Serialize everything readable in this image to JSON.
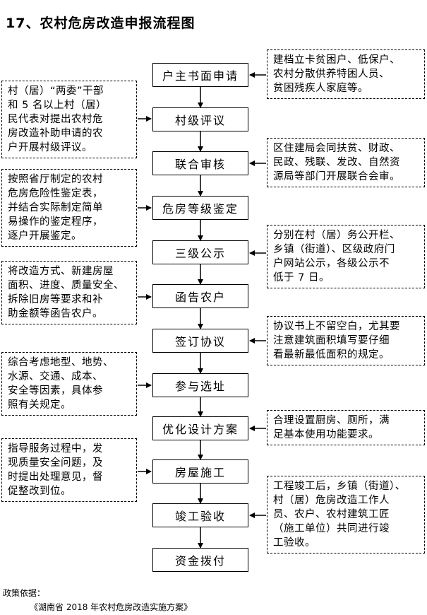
{
  "title": "17、农村危房改造申报流程图",
  "steps": [
    "户主书面申请",
    "村级评议",
    "联合审核",
    "危房等级鉴定",
    "三级公示",
    "函告农户",
    "签订协议",
    "参与选址",
    "优化设计方案",
    "房屋施工",
    "竣工验收",
    "资金拨付"
  ],
  "notes_right": [
    "建档立卡贫困户、低保户、\n农村分散供养特困人员、\n贫困残疾人家庭等。",
    "区住建局会同扶贫、财政、\n民政、残联、发改、自然资\n源局等部门开展联合会审。",
    "分别在村（居）务公开栏、\n乡镇（街道）、区级政府门\n户网站公示，各级公示不\n低于 7 日。",
    "协议书上不留空白，尤其要\n注意建筑面积填写要仔细\n看最新最低面积的规定。",
    "合理设置厨房、厕所，满\n足基本使用功能要求。",
    "工程竣工后，乡镇（街道）、\n村（居）危房改造工作人\n员、农户、农村建筑工匠\n（施工单位）共同进行竣\n工验收。"
  ],
  "notes_left": [
    "村（居）“两委”干部\n和 5 名以上村（居）\n民代表对提出农村危\n房改造补助申请的农\n户开展村级评议。",
    "按照省厅制定的农村\n危房危险性鉴定表，\n并结合实际制定简单\n易操作的鉴定程序，\n逐户开展鉴定。",
    "将改造方式、新建房屋\n面积、进度、质量安全、\n拆除旧房等要求和补\n助金额等函告农户。",
    "综合考虑地型、地势、\n水源、交通、成本、\n安全等因素，具体参\n照有关规定。",
    "指导服务过程中，发\n现质量安全问题，及\n时提出处理意见，督\n促整改到位。"
  ],
  "footer": {
    "label": "政策依据：",
    "policy": "《湖南省 2018 年农村危房改造实施方案》"
  }
}
